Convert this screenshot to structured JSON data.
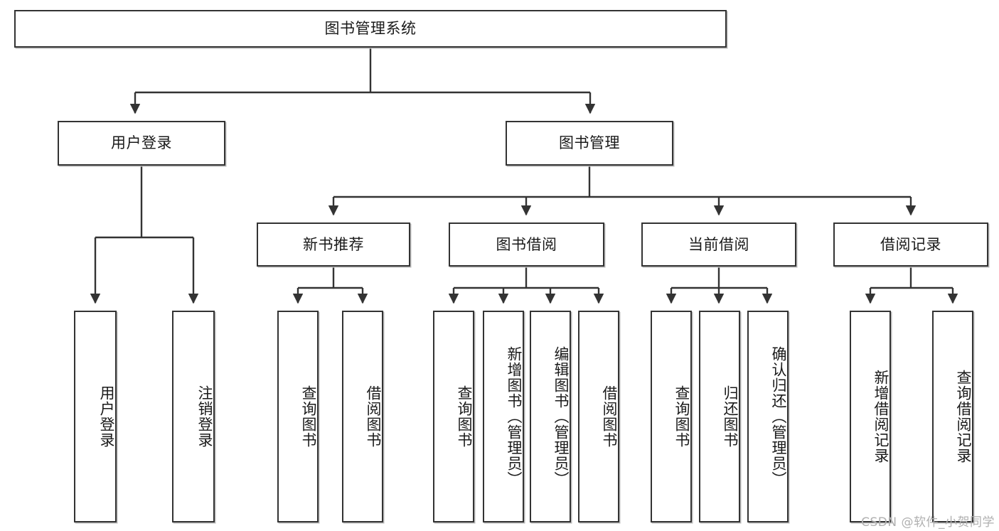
{
  "diagram": {
    "type": "tree-hierarchy",
    "title": "图书管理系统",
    "orientation": "top-down",
    "colors": {
      "box_border": "#333333",
      "box_fill": "#ffffff",
      "line": "#333333",
      "shadow": "#b9b9b9",
      "watermark": "#b0b0b0",
      "background": "#ffffff"
    },
    "root": {
      "id": "root",
      "label": "图书管理系统"
    },
    "level2": [
      {
        "id": "user-login",
        "label": "用户登录"
      },
      {
        "id": "book-manage",
        "label": "图书管理"
      }
    ],
    "level3": [
      {
        "id": "new-book-rec",
        "label": "新书推荐"
      },
      {
        "id": "book-borrow",
        "label": "图书借阅"
      },
      {
        "id": "current-borrow",
        "label": "当前借阅"
      },
      {
        "id": "borrow-record",
        "label": "借阅记录"
      }
    ],
    "leaves": {
      "user-login": [
        {
          "id": "leaf-user-login",
          "label": "用户登录"
        },
        {
          "id": "leaf-logout",
          "label": "注销登录"
        }
      ],
      "new-book-rec": [
        {
          "id": "leaf-query-book-1",
          "label": "查询图书"
        },
        {
          "id": "leaf-borrow-book-1",
          "label": "借阅图书"
        }
      ],
      "book-borrow": [
        {
          "id": "leaf-query-book-2",
          "label": "查询图书"
        },
        {
          "id": "leaf-add-book",
          "label": "新增图书（管理员）"
        },
        {
          "id": "leaf-edit-book",
          "label": "编辑图书（管理员）"
        },
        {
          "id": "leaf-borrow-book-2",
          "label": "借阅图书"
        }
      ],
      "current-borrow": [
        {
          "id": "leaf-query-book-3",
          "label": "查询图书"
        },
        {
          "id": "leaf-return-book",
          "label": "归还图书"
        },
        {
          "id": "leaf-confirm-return",
          "label": "确认归还（管理员）"
        }
      ],
      "borrow-record": [
        {
          "id": "leaf-add-record",
          "label": "新增借阅记录"
        },
        {
          "id": "leaf-query-record",
          "label": "查询借阅记录"
        }
      ]
    }
  },
  "watermark": {
    "text": "CSDN @软件_小贺同学"
  }
}
